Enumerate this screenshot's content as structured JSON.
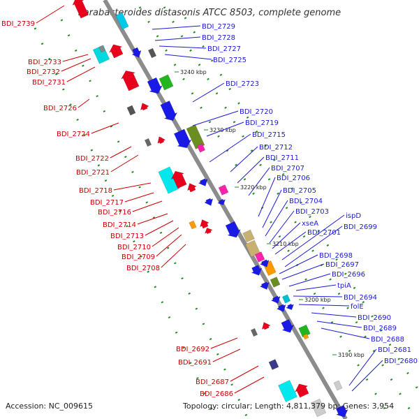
{
  "title": "Parabacteroides distasonis ATCC 8503, complete genome",
  "accession_text": "Accession: NC_009615",
  "topology_text": "Topology: circular; Length: 4,811,379 bp; Genes: 3,954",
  "colors": {
    "forward_label": "#1a1ad6",
    "reverse_label": "#cc0000",
    "backbone": "#8c8c8c",
    "tick": "#228b22"
  },
  "scale_labels": [
    "3240 kbp",
    "3230 kbp",
    "3220 kbp",
    "3210 kbp",
    "3200 kbp",
    "3190 kbp"
  ],
  "forward_genes": [
    "BDI_2729",
    "BDI_2728",
    "BDI_2727",
    "BDI_2725",
    "BDI_2723",
    "BDI_2720",
    "BDI_2719",
    "BDI_2715",
    "BDI_2712",
    "BDI_2711",
    "BDI_2707",
    "BDI_2706",
    "BDI_2705",
    "BDI_2704",
    "BDI_2703",
    "xseA",
    "BDI_2701",
    "ispD",
    "BDI_2699",
    "BDI_2698",
    "BDI_2697",
    "BDI_2696",
    "tpiA",
    "BDI_2694",
    "folE",
    "BDI_2690",
    "BDI_2689",
    "BDI_2688",
    "BDI_2681",
    "BDI_2680"
  ],
  "reverse_genes": [
    "BDI_2739",
    "BDI_2733",
    "BDI_2732",
    "BDI_2731",
    "BDI_2726",
    "BDI_2724",
    "BDI_2722",
    "BDI_2721",
    "BDI_2718",
    "BDI_2717",
    "BDI_2716",
    "BDI_2714",
    "BDI_2713",
    "BDI_2710",
    "BDI_2709",
    "BDI_2708",
    "BDI_2692",
    "BDI_2691",
    "BDI_2687",
    "BDI_2686"
  ]
}
